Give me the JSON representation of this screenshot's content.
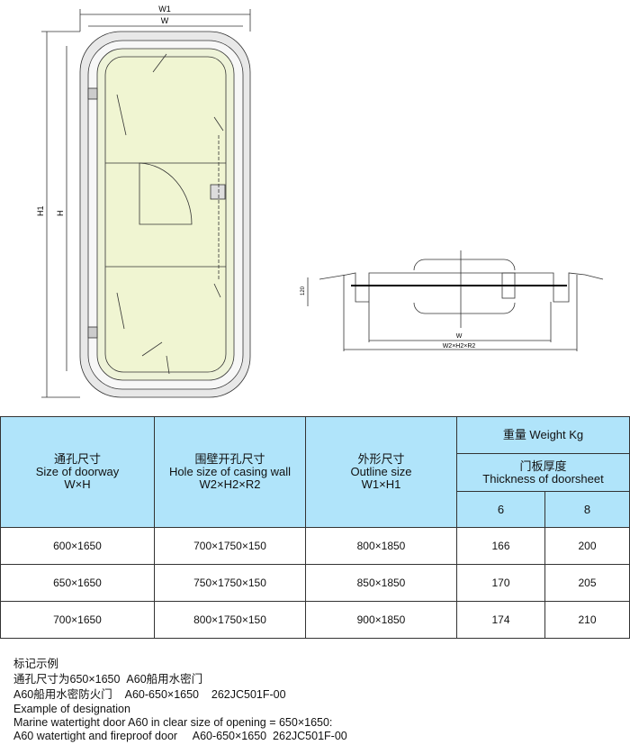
{
  "drawing": {
    "w1": "W1",
    "w": "W",
    "h1": "H1",
    "h": "H",
    "section_w": "W",
    "section_w2": "W2×H2×R2",
    "section_dim": "120"
  },
  "table": {
    "headers": {
      "doorway": [
        "通孔尺寸",
        "Size of doorway",
        "W×H"
      ],
      "hole": [
        "围壁开孔尺寸",
        "Hole size of casing wall",
        "W2×H2×R2"
      ],
      "outline": [
        "外形尺寸",
        "Outline size",
        "W1×H1"
      ],
      "weight": "重量 Weight Kg",
      "thickness": [
        "门板厚度",
        "Thickness of doorsheet"
      ],
      "t6": "6",
      "t8": "8"
    },
    "rows": [
      [
        "600×1650",
        "700×1750×150",
        "800×1850",
        "166",
        "200"
      ],
      [
        "650×1650",
        "750×1750×150",
        "850×1850",
        "170",
        "205"
      ],
      [
        "700×1650",
        "800×1750×150",
        "900×1850",
        "174",
        "210"
      ]
    ]
  },
  "notes": [
    "标记示例",
    "通孔尺寸为650×1650  A60船用水密门",
    "A60船用水密防火门    A60-650×1650    262JC501F-00",
    "Example of designation",
    "Marine watertight door A60 in clear size of opening = 650×1650:",
    "A60 watertight and fireproof door     A60-650×1650  262JC501F-00"
  ]
}
